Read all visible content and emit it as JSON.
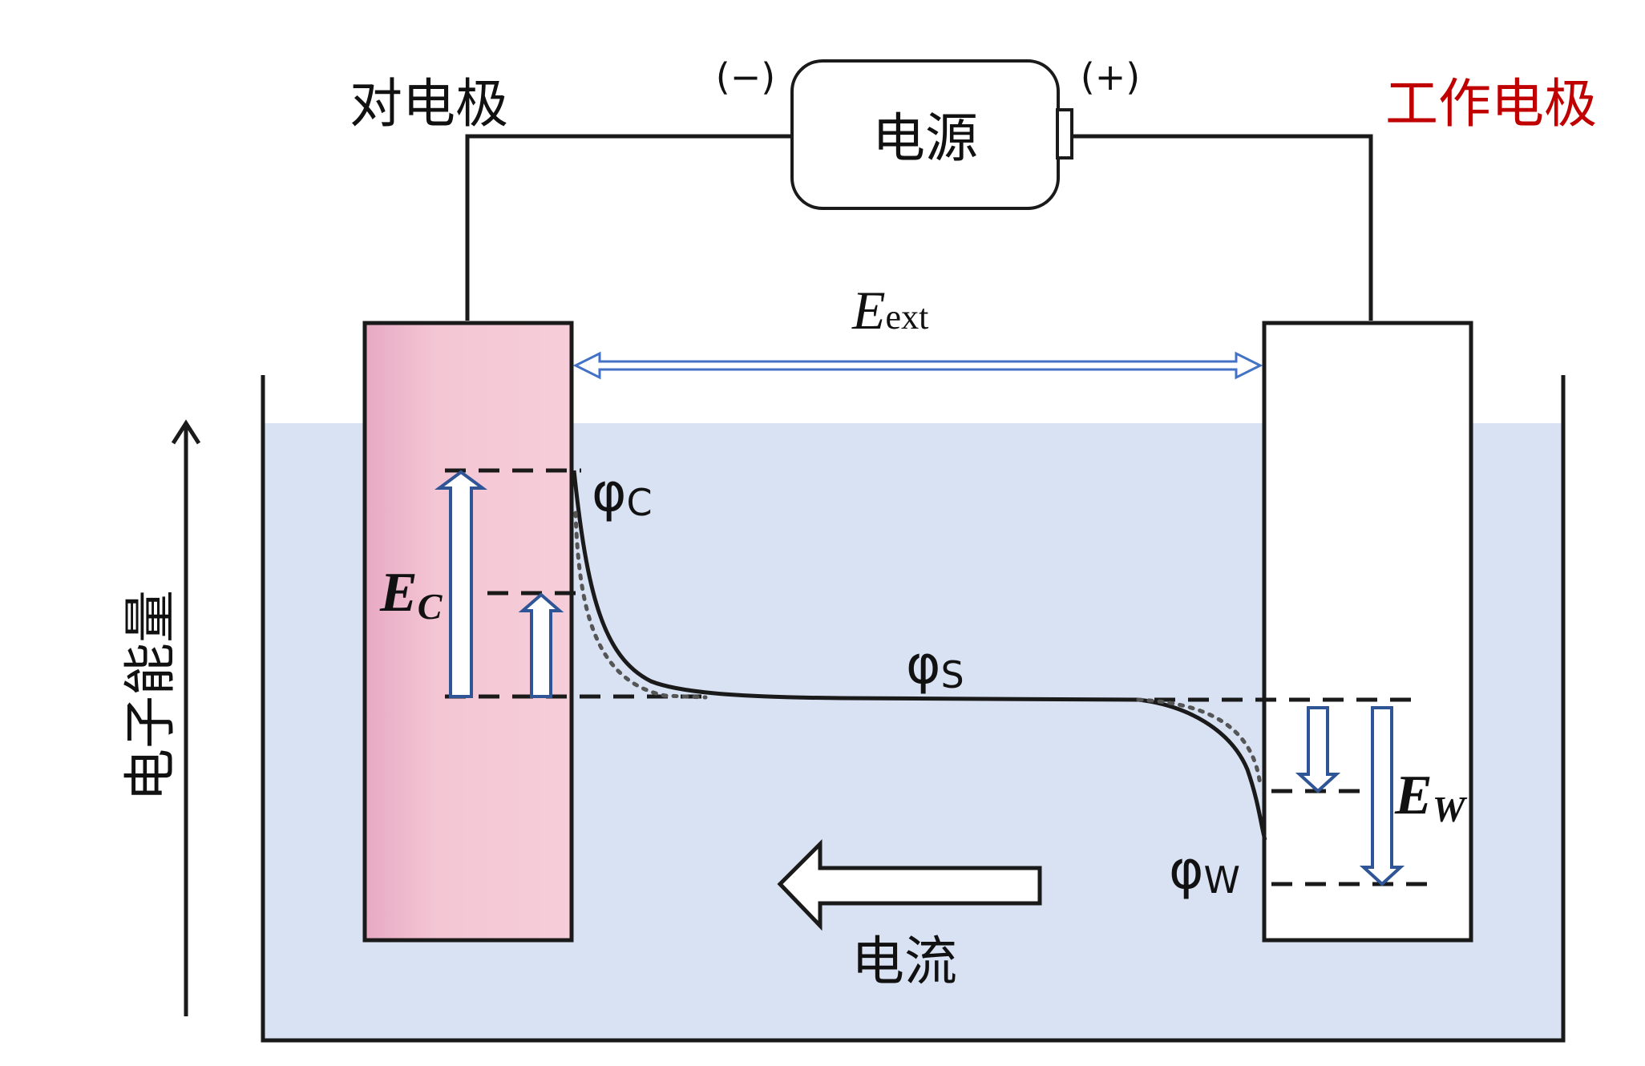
{
  "labels": {
    "counter_electrode": "对电极",
    "working_electrode": "工作电极",
    "power_source": "电源",
    "negative_terminal": "(−)",
    "positive_terminal": "(+)",
    "external_field_main": "E",
    "external_field_sub": "ext",
    "phi_c_main": "φ",
    "phi_c_sub": "C",
    "phi_s_main": "φ",
    "phi_s_sub": "S",
    "phi_w_main": "φ",
    "phi_w_sub": "W",
    "ec_main": "E",
    "ec_sub": "C",
    "ew_main": "E",
    "ew_sub": "W",
    "y_axis": "电子能量",
    "current": "电流"
  },
  "colors": {
    "electrolyte": "#d9e2f3",
    "counter_electrode_fill": "#f4c6d4",
    "working_electrode_fill": "#ffffff",
    "working_electrode_label": "#c00000",
    "arrow_outline": "#2f5597",
    "field_arrow": "#4472c4",
    "line": "#1a1a1a"
  }
}
